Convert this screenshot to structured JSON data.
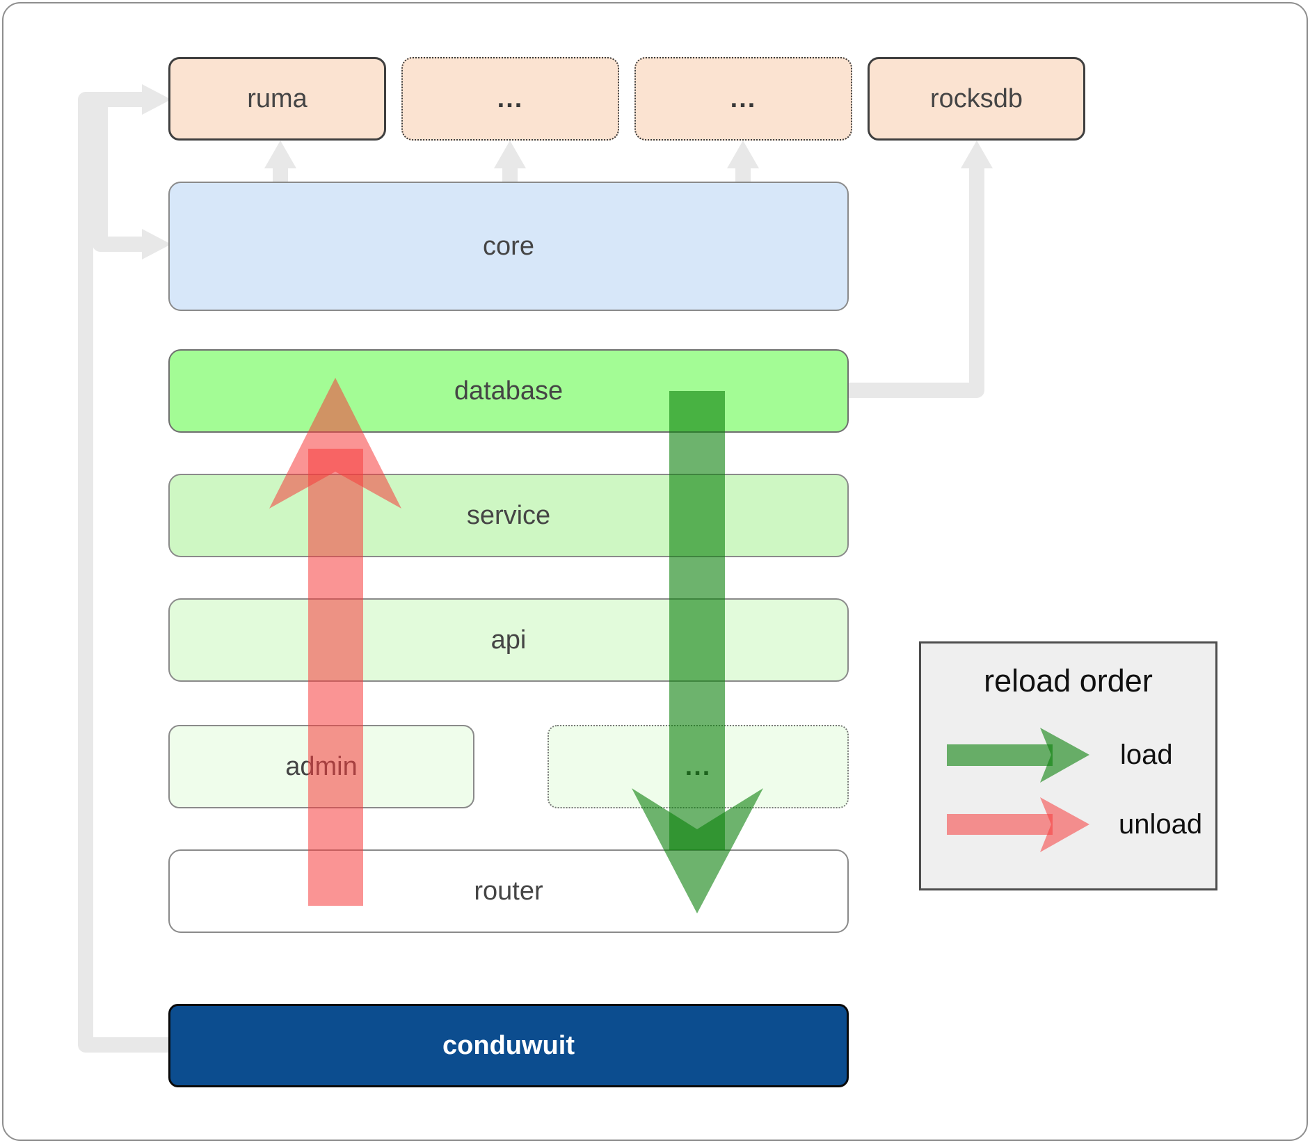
{
  "nodes": {
    "ruma": "ruma",
    "crate_dots_1": "...",
    "crate_dots_2": "...",
    "rocksdb": "rocksdb",
    "core": "core",
    "database": "database",
    "service": "service",
    "api": "api",
    "admin": "admin",
    "modules_dots": "...",
    "router": "router",
    "conduwuit": "conduwuit"
  },
  "legend": {
    "title": "reload order",
    "load_label": "load",
    "unload_label": "unload"
  },
  "colors": {
    "peach_box": "#fbe3d1",
    "core_blue": "#d7e7f9",
    "database_green": "#a3fc95",
    "service_green": "#cef7c3",
    "api_green": "#e2fbdb",
    "admin_green": "#effdeb",
    "router_white": "#ffffff",
    "conduwuit_blue": "#0c4d8f",
    "connector_gray": "#e8e8e8",
    "load_arrow_green": "#0c810c",
    "unload_arrow_red": "#f63c3c",
    "legend_background": "#efefef"
  }
}
